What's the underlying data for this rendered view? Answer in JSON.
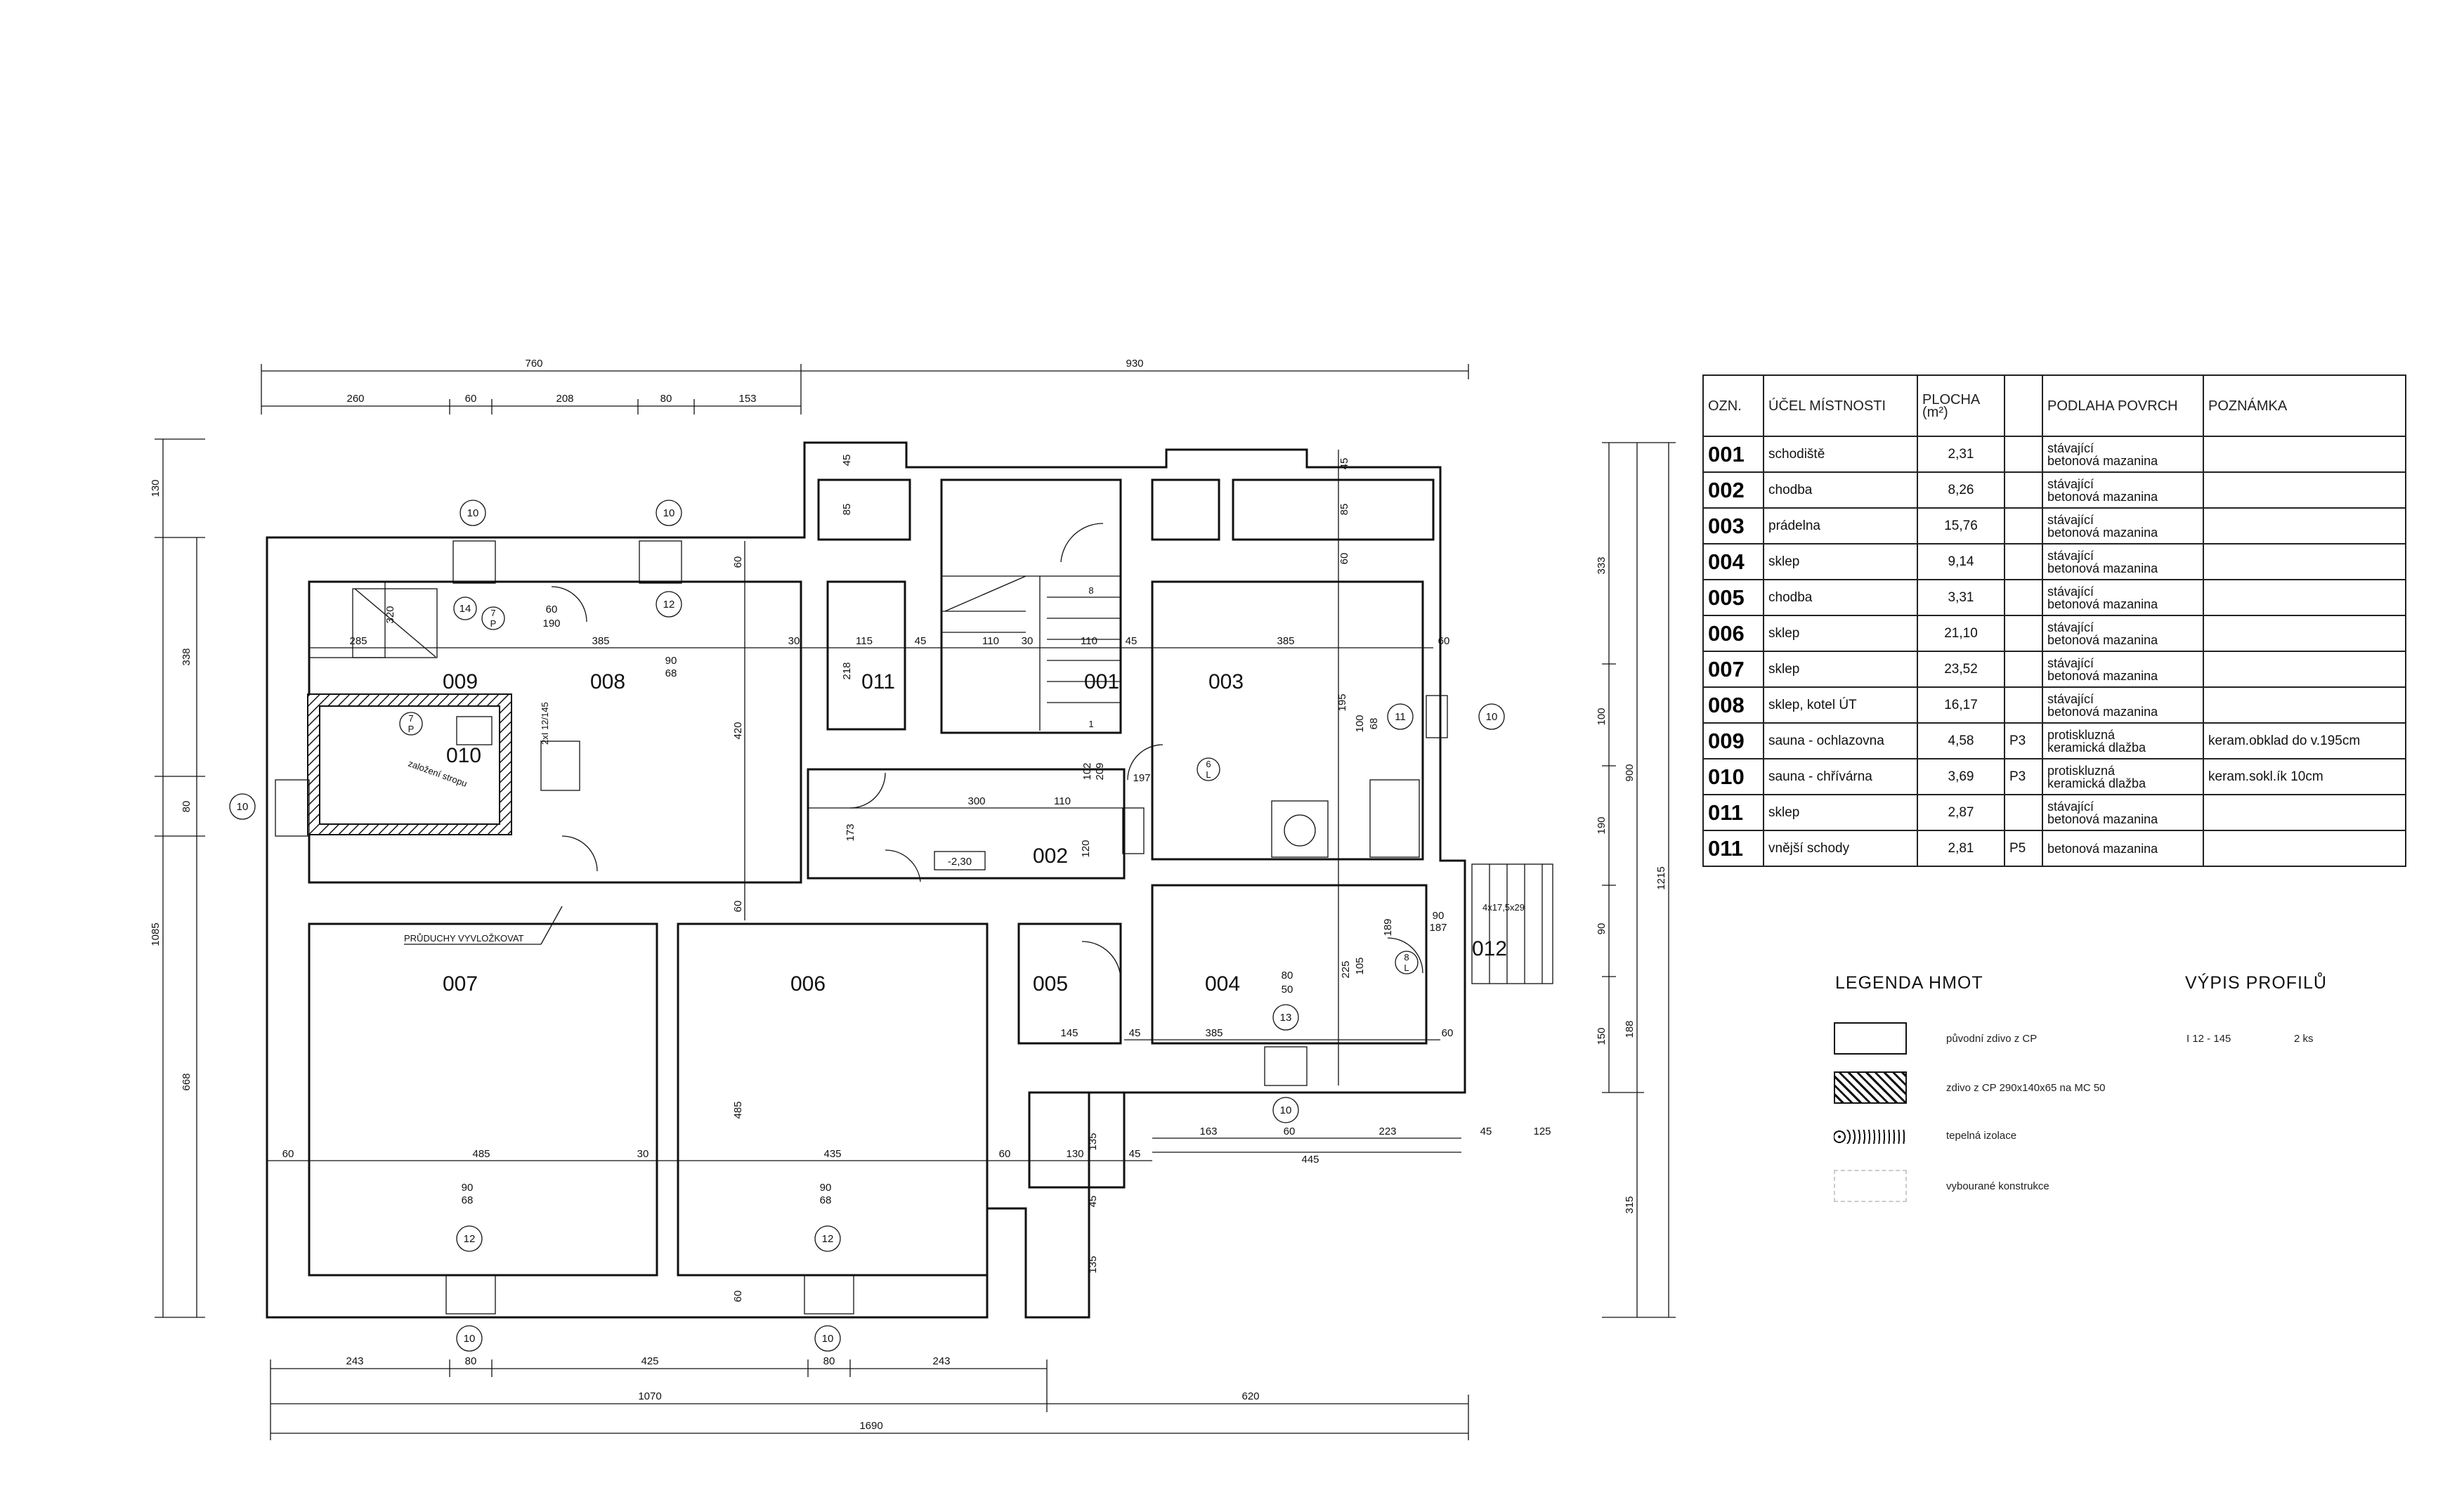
{
  "plan": {
    "rooms": {
      "r001": "001",
      "r002": "002",
      "r003": "003",
      "r004": "004",
      "r005": "005",
      "r006": "006",
      "r007": "007",
      "r008": "008",
      "r009": "009",
      "r010": "010",
      "r011": "011",
      "r012": "012"
    },
    "labels": {
      "pruduchy": "PRŮDUCHY VYVLOŽKOVAT",
      "zalozeni": "založení stropu",
      "lintel": "2xI 12/145",
      "level": "-2,30",
      "stairs_12": "4x17,5x29"
    },
    "top_dims": {
      "d760": "760",
      "d930": "930",
      "d260": "260",
      "d60a": "60",
      "d208": "208",
      "d80a": "80",
      "d153": "153"
    },
    "bottom_dims": {
      "d243a": "243",
      "d80b": "80",
      "d425": "425",
      "d80c": "80",
      "d243b": "243",
      "d1070": "1070",
      "d620": "620",
      "d1690": "1690"
    },
    "left_dims": {
      "d130": "130",
      "d338": "338",
      "d80": "80",
      "d1085": "1085",
      "d668": "668"
    },
    "right_dims": {
      "d333": "333",
      "d900": "900",
      "d100": "100",
      "d190": "190",
      "d90": "90",
      "d188": "188",
      "d150": "150",
      "d315": "315",
      "d1215": "1215"
    },
    "inner_dims": {
      "i285": "285",
      "i385a": "385",
      "i30a": "30",
      "i115": "115",
      "i45a": "45",
      "i110a": "110",
      "i30b": "30",
      "i110b": "110",
      "i45b": "45",
      "i385b": "385",
      "i60a": "60",
      "i420": "420",
      "i218": "218",
      "i300": "300",
      "i110c": "110",
      "i120": "120",
      "i485a": "485",
      "i30c": "30",
      "i60b": "60",
      "i435": "435",
      "i60c": "60",
      "i130": "130",
      "i45c": "45",
      "i145": "145",
      "i45d": "45",
      "i385c": "385",
      "i60d": "60",
      "i163": "163",
      "i60e": "60",
      "i223": "223",
      "i45e": "45",
      "i125": "125",
      "i445": "445",
      "i485b": "485",
      "i225": "225",
      "i187": "187",
      "i90a": "90",
      "i80a": "80",
      "i50": "50",
      "i90b": "90",
      "i68a": "68",
      "i90c": "90",
      "i68b": "68",
      "i90d": "90",
      "i68c": "68",
      "i60f": "60",
      "i190": "190",
      "i320": "320",
      "i197": "197",
      "i209": "209",
      "i102": "102",
      "i195": "195",
      "i100": "100",
      "i68d": "68",
      "i135a": "135",
      "i135b": "135",
      "i45f": "45",
      "i60g": "60",
      "i60h": "60",
      "i60i": "60",
      "i85a": "85",
      "i85b": "85",
      "i45g": "45",
      "i45h": "45",
      "i60j": "60",
      "i105": "105",
      "i189": "189",
      "i173": "173"
    },
    "markers": {
      "m10": "10",
      "m11": "11",
      "m12": "12",
      "m13": "13",
      "m14": "14",
      "m7": "7",
      "mP": "P",
      "m6": "6",
      "mL": "L",
      "m8": "8",
      "m1": "1"
    }
  },
  "schedule": {
    "headers": {
      "code": "OZN.",
      "name": "ÚČEL MÍSTNOSTI",
      "area": "PLOCHA (m²)",
      "floor": "PODLAHA POVRCH",
      "note": "POZNÁMKA"
    },
    "rows": [
      {
        "code": "001",
        "name": "schodiště",
        "area": "2,31",
        "type": "",
        "floor1": "stávající",
        "floor2": "betonová mazanina",
        "note": ""
      },
      {
        "code": "002",
        "name": "chodba",
        "area": "8,26",
        "type": "",
        "floor1": "stávající",
        "floor2": "betonová mazanina",
        "note": ""
      },
      {
        "code": "003",
        "name": "prádelna",
        "area": "15,76",
        "type": "",
        "floor1": "stávající",
        "floor2": "betonová mazanina",
        "note": ""
      },
      {
        "code": "004",
        "name": "sklep",
        "area": "9,14",
        "type": "",
        "floor1": "stávající",
        "floor2": "betonová mazanina",
        "note": ""
      },
      {
        "code": "005",
        "name": "chodba",
        "area": "3,31",
        "type": "",
        "floor1": "stávající",
        "floor2": "betonová mazanina",
        "note": ""
      },
      {
        "code": "006",
        "name": "sklep",
        "area": "21,10",
        "type": "",
        "floor1": "stávající",
        "floor2": "betonová mazanina",
        "note": ""
      },
      {
        "code": "007",
        "name": "sklep",
        "area": "23,52",
        "type": "",
        "floor1": "stávající",
        "floor2": "betonová mazanina",
        "note": ""
      },
      {
        "code": "008",
        "name": "sklep, kotel ÚT",
        "area": "16,17",
        "type": "",
        "floor1": "stávající",
        "floor2": "betonová mazanina",
        "note": ""
      },
      {
        "code": "009",
        "name": "sauna - ochlazovna",
        "area": "4,58",
        "type": "P3",
        "floor1": "protiskluzná",
        "floor2": "keramická dlažba",
        "note": "keram.obklad do v.195cm"
      },
      {
        "code": "010",
        "name": "sauna - chřívárna",
        "area": "3,69",
        "type": "P3",
        "floor1": "protiskluzná",
        "floor2": "keramická dlažba",
        "note": "keram.sokl.ík 10cm"
      },
      {
        "code": "011",
        "name": "sklep",
        "area": "2,87",
        "type": "",
        "floor1": "stávající",
        "floor2": "betonová mazanina",
        "note": ""
      },
      {
        "code": "011",
        "name": "vnější schody",
        "area": "2,81",
        "type": "P5",
        "floor1": "",
        "floor2": "betonová mazanina",
        "note": ""
      }
    ]
  },
  "legend": {
    "title": "LEGENDA HMOT",
    "items": [
      {
        "label": "původní zdivo z CP"
      },
      {
        "label": "zdivo z CP 290x140x65 na MC 50"
      },
      {
        "label": "tepelná izolace"
      },
      {
        "label": "vybourané konstrukce"
      }
    ]
  },
  "profiles": {
    "title": "VÝPIS PROFILŮ",
    "item": "I 12 - 145",
    "qty": "2 ks"
  }
}
